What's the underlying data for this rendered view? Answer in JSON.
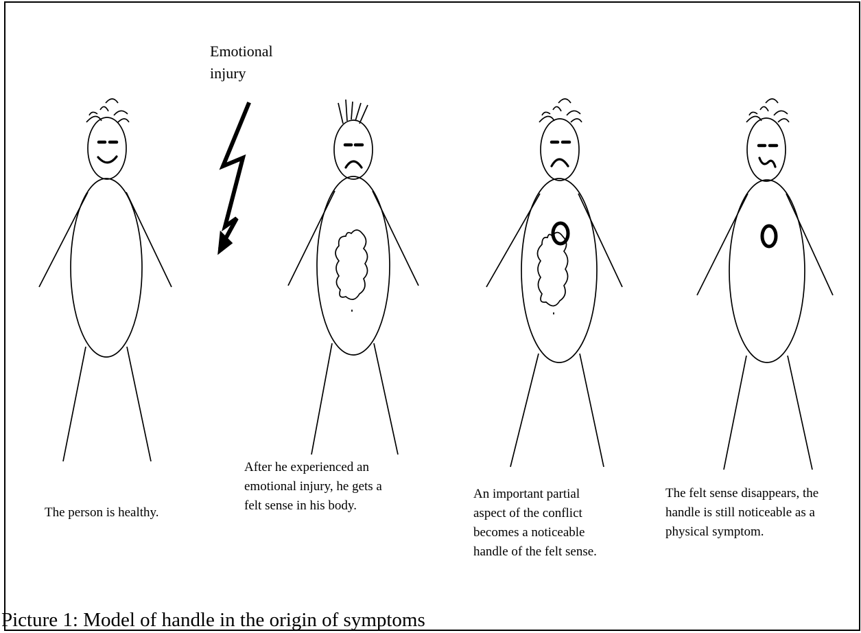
{
  "injury_label": "Emotional\ninjury",
  "panels": [
    {
      "caption": "The person is healthy."
    },
    {
      "caption": "After he experienced an\nemotional injury, he gets a\nfelt sense in his body."
    },
    {
      "caption": "An important partial\naspect of the conflict\nbecomes a noticeable\nhandle of the felt sense."
    },
    {
      "caption": "The felt sense disappears, the\nhandle is still noticeable as a\nphysical symptom."
    }
  ],
  "figure_caption": "Picture 1: Model of handle in the origin of symptoms"
}
